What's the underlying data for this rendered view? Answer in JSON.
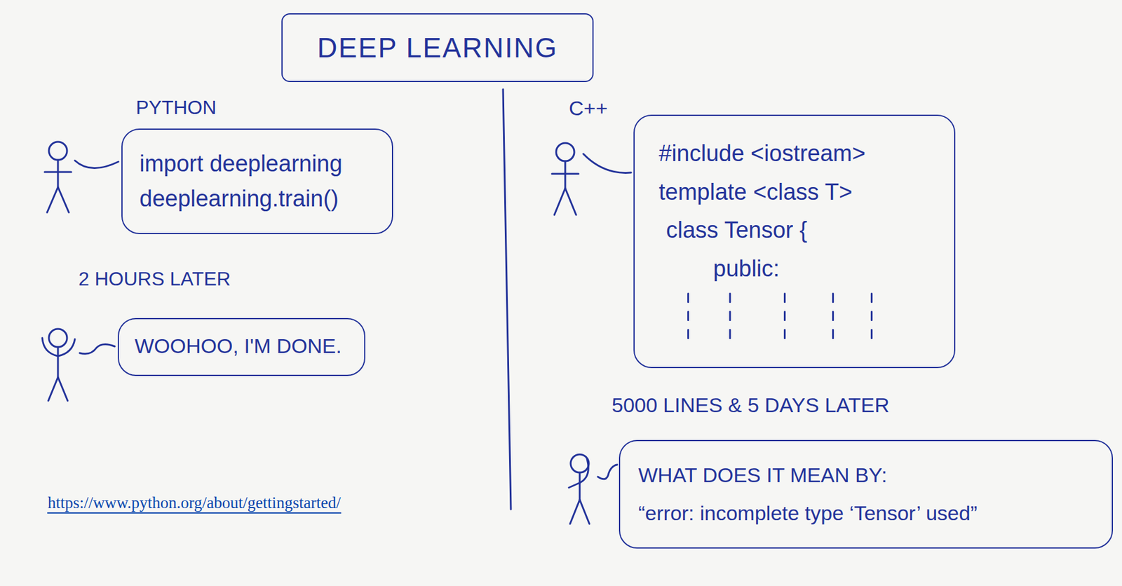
{
  "diagram": {
    "title": "DEEP LEARNING",
    "nodes": [
      {
        "text": [
          "import deeplearning",
          "deeplearning.train()"
        ]
      },
      {
        "text": [
          "WOOHOO, I'M DONE."
        ]
      },
      {
        "text": [
          "#include <iostream>",
          "template <class T>",
          "class Tensor {",
          "public:"
        ]
      },
      {
        "text": [
          "WHAT DOES IT MEAN BY:",
          "“error: incomplete type ‘Tensor’ used”"
        ]
      }
    ],
    "labels": [
      "PYTHON",
      "2 HOURS LATER",
      "C++",
      "5000 LINES & 5 DAYS LATER",
      "https://www.python.org/about/gettingstarted/"
    ]
  }
}
